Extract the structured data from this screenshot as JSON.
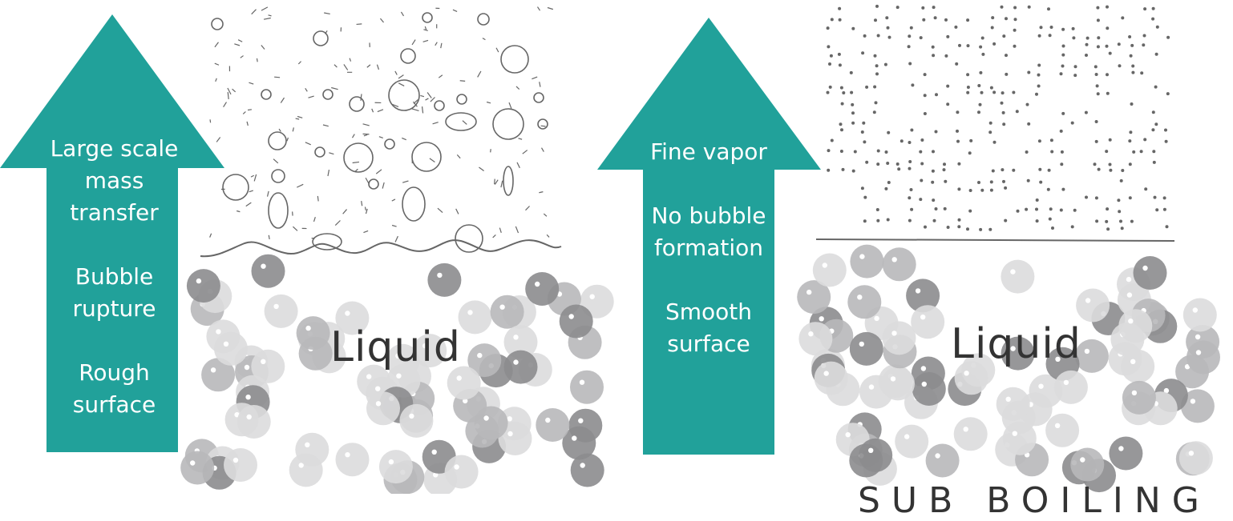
{
  "colors": {
    "arrow": "#21a19a",
    "outline": "#666666",
    "particle_dark": "#8c8c8e",
    "particle_mid": "#b8b8ba",
    "particle_light": "#dcdcdd"
  },
  "left_panel": {
    "arrow_lines": [
      "Large scale",
      "mass",
      "transfer",
      "Bubble",
      "rupture",
      "Rough",
      "surface"
    ],
    "liquid_label": "Liquid"
  },
  "right_panel": {
    "arrow_lines": [
      "Fine vapor",
      "No bubble",
      "formation",
      "Smooth",
      "surface"
    ],
    "liquid_label": "Liquid",
    "bottom_label": "SUB BOILING"
  }
}
